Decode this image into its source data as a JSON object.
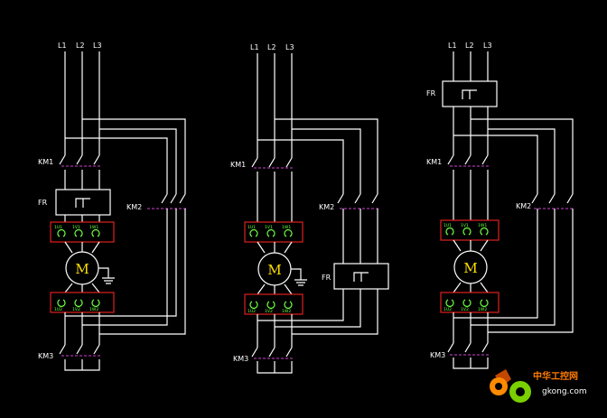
{
  "phases": [
    "L1",
    "L2",
    "L3"
  ],
  "labels": {
    "km1": "KM1",
    "km2": "KM2",
    "km3": "KM3",
    "fr": "FR",
    "motor": "M"
  },
  "terminals": {
    "top": [
      "1U1",
      "1V1",
      "1W1"
    ],
    "bottom": [
      "1U2",
      "1V2",
      "1W2"
    ]
  },
  "watermark": {
    "text": "中华工控网",
    "url": "gkong.com"
  }
}
